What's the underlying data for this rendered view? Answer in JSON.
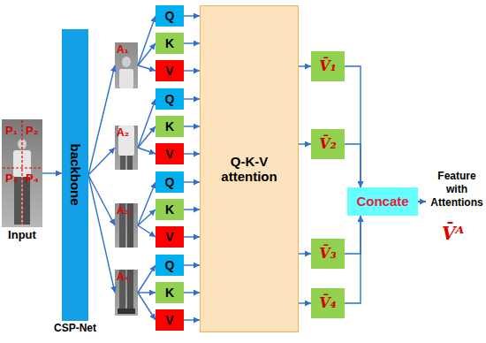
{
  "diagram": {
    "nodes": [
      {
        "text": [
          "P₁",
          "P₂",
          "P₃",
          "P₄",
          "Input"
        ]
      },
      {
        "text": [
          "backbone",
          "CSP-Net"
        ]
      },
      {
        "text": [
          "A₁"
        ]
      },
      {
        "text": [
          "Q"
        ]
      },
      {
        "text": [
          "K"
        ]
      },
      {
        "text": [
          "V"
        ]
      },
      {
        "text": [
          "A₂"
        ]
      },
      {
        "text": [
          "Q"
        ]
      },
      {
        "text": [
          "K"
        ]
      },
      {
        "text": [
          "V"
        ]
      },
      {
        "text": [
          "A₃"
        ]
      },
      {
        "text": [
          "Q"
        ]
      },
      {
        "text": [
          "K"
        ]
      },
      {
        "text": [
          "V"
        ]
      },
      {
        "text": [
          "A₄"
        ]
      },
      {
        "text": [
          "Q"
        ]
      },
      {
        "text": [
          "K"
        ]
      },
      {
        "text": [
          "V"
        ]
      },
      {
        "text": [
          "Q-K-V attention"
        ]
      },
      {
        "text": [
          "V̄₁"
        ]
      },
      {
        "text": [
          "V̄₂"
        ]
      },
      {
        "text": [
          "V̄₃"
        ]
      },
      {
        "text": [
          "V̄₄"
        ]
      },
      {
        "text": [
          "Concate"
        ]
      }
    ],
    "edges": [
      {
        "from": 0,
        "to": 1,
        "arrow": "to"
      },
      {
        "from": 1,
        "to": 2,
        "arrow": "to"
      },
      {
        "from": 1,
        "to": 6,
        "arrow": "to"
      },
      {
        "from": 1,
        "to": 10,
        "arrow": "to"
      },
      {
        "from": 1,
        "to": 14,
        "arrow": "to"
      },
      {
        "from": 2,
        "to": 3,
        "arrow": "to"
      },
      {
        "from": 2,
        "to": 4,
        "arrow": "to"
      },
      {
        "from": 2,
        "to": 5,
        "arrow": "to"
      },
      {
        "from": 6,
        "to": 7,
        "arrow": "to"
      },
      {
        "from": 6,
        "to": 8,
        "arrow": "to"
      },
      {
        "from": 6,
        "to": 9,
        "arrow": "to"
      },
      {
        "from": 10,
        "to": 11,
        "arrow": "to"
      },
      {
        "from": 10,
        "to": 12,
        "arrow": "to"
      },
      {
        "from": 10,
        "to": 13,
        "arrow": "to"
      },
      {
        "from": 14,
        "to": 15,
        "arrow": "to"
      },
      {
        "from": 14,
        "to": 16,
        "arrow": "to"
      },
      {
        "from": 14,
        "to": 17,
        "arrow": "to"
      },
      {
        "from": 3,
        "to": 18,
        "arrow": "to"
      },
      {
        "from": 4,
        "to": 18,
        "arrow": "to"
      },
      {
        "from": 5,
        "to": 18,
        "arrow": "to"
      },
      {
        "from": 7,
        "to": 18,
        "arrow": "to"
      },
      {
        "from": 8,
        "to": 18,
        "arrow": "to"
      },
      {
        "from": 9,
        "to": 18,
        "arrow": "to"
      },
      {
        "from": 11,
        "to": 18,
        "arrow": "to"
      },
      {
        "from": 12,
        "to": 18,
        "arrow": "to"
      },
      {
        "from": 13,
        "to": 18,
        "arrow": "to"
      },
      {
        "from": 15,
        "to": 18,
        "arrow": "to"
      },
      {
        "from": 16,
        "to": 18,
        "arrow": "to"
      },
      {
        "from": 17,
        "to": 18,
        "arrow": "to"
      },
      {
        "from": 18,
        "to": 19,
        "arrow": "to"
      },
      {
        "from": 18,
        "to": 20,
        "arrow": "to"
      },
      {
        "from": 18,
        "to": 21,
        "arrow": "to"
      },
      {
        "from": 18,
        "to": 22,
        "arrow": "to"
      },
      {
        "from": 19,
        "to": 23,
        "arrow": "to"
      },
      {
        "from": 20,
        "to": 23,
        "arrow": "to"
      },
      {
        "from": 21,
        "to": 23,
        "arrow": "to"
      },
      {
        "from": 22,
        "to": 23,
        "arrow": "to"
      }
    ],
    "labels": [
      "Feature with Attentions",
      "V̄ᴬ"
    ]
  }
}
